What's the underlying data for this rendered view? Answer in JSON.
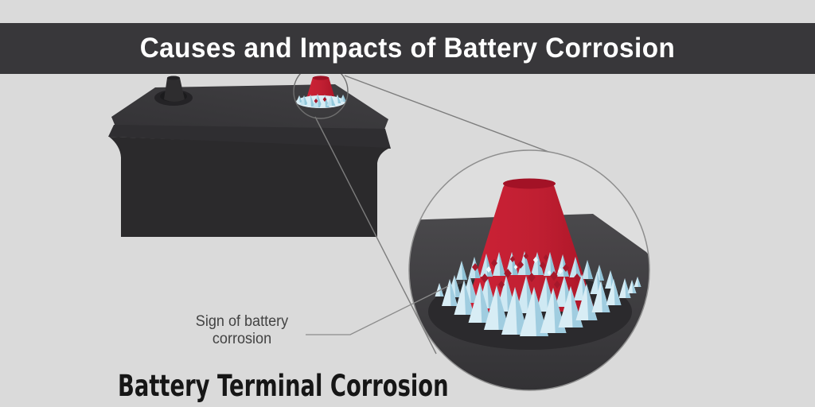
{
  "header": {
    "title": "Causes and Impacts of Battery Corrosion"
  },
  "labels": {
    "sign_line1": "Sign of battery",
    "sign_line2": "corrosion",
    "caption": "Battery Terminal Corrosion"
  },
  "colors": {
    "background": "#dadada",
    "header_band": "#38373a",
    "header_text": "#ffffff",
    "battery_body": "#2b2a2c",
    "battery_lip": "#2f2e31",
    "battery_top_light": "#403f42",
    "battery_top_dark": "#343336",
    "negative_terminal": "#2e2d2f",
    "terminal_red": "#c01f32",
    "terminal_red_dark": "#a31226",
    "crystal_light": "#d8edf5",
    "crystal_shade": "#a0cde0",
    "crystal_back_light": "#c6e4ef",
    "crystal_back_shade": "#8fc2d6",
    "slab_gray_top": "#4a494c",
    "slab_gray_bottom": "#323134",
    "shadow_gray": "#2b2a2d",
    "magnifier_stroke": "#7d7d7d",
    "leader_line": "#8c8c8c",
    "label_text": "#424242",
    "caption_text": "#161616",
    "speck_red": "#a5182b",
    "speck_white": "#eef8fb"
  }
}
